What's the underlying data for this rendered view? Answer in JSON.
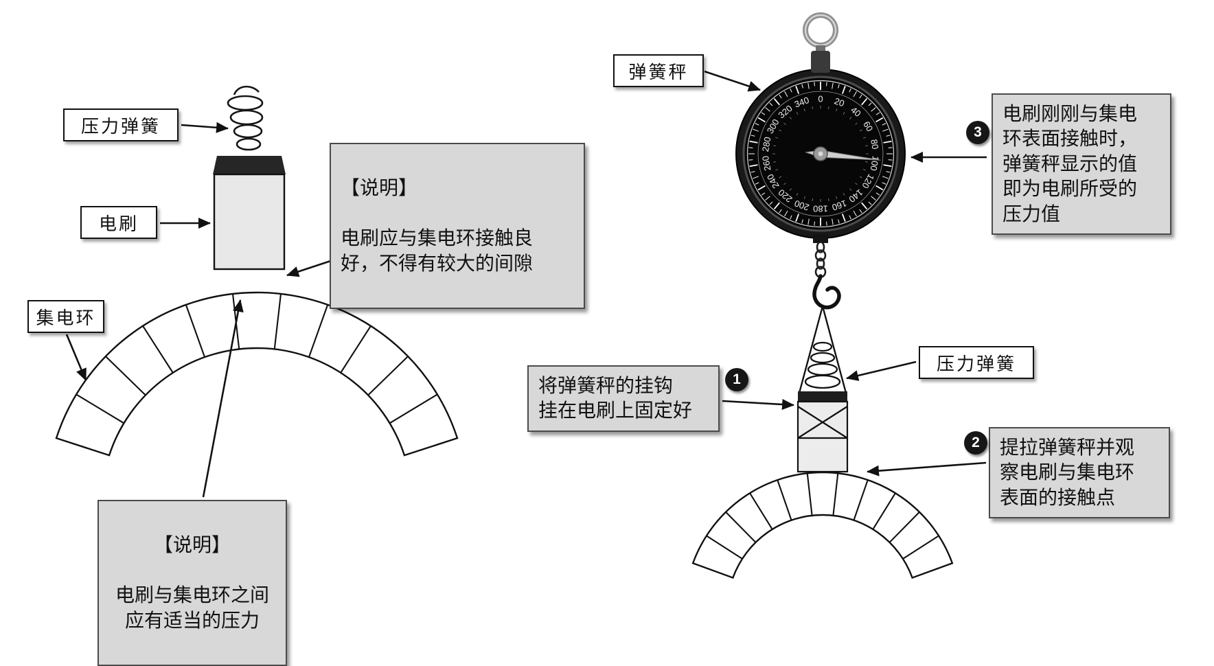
{
  "labels": {
    "pressure_spring_left": "压力弹簧",
    "brush": "电刷",
    "slip_ring": "集电环",
    "spring_scale": "弹簧秤",
    "pressure_spring_right": "压力弹簧"
  },
  "notes": {
    "contact": {
      "header": "【说明】",
      "body": "电刷应与集电环接触良\n好，不得有较大的间隙"
    },
    "pressure": {
      "header": "【说明】",
      "body": "电刷与集电环之间\n应有适当的压力"
    }
  },
  "steps": [
    {
      "num": "1",
      "text": "将弹簧秤的挂钩\n挂在电刷上固定好"
    },
    {
      "num": "2",
      "text": "提拉弹簧秤并观\n察电刷与集电环\n表面的接触点"
    },
    {
      "num": "3",
      "text": "电刷刚刚与集电\n环表面接触时，\n弹簧秤显示的值\n即为电刷所受的\n压力值"
    }
  ],
  "dial": {
    "tick_labels": [
      "0",
      "20",
      "40",
      "60",
      "80",
      "100",
      "120",
      "140",
      "160",
      "180",
      "200",
      "220",
      "240",
      "260",
      "280",
      "300",
      "320",
      "340"
    ],
    "needle_value": 96,
    "full_scale": 360
  },
  "colors": {
    "note_bg": "#d8d8d8",
    "line": "#111111",
    "dial_face": "#070707"
  }
}
